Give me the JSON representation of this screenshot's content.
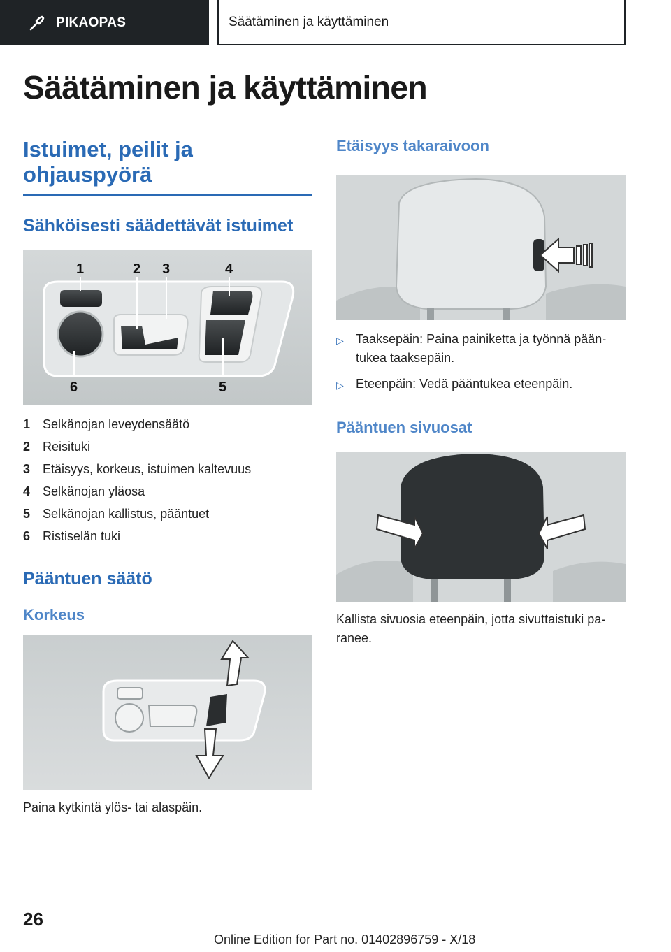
{
  "header": {
    "tab_label": "PIKAOPAS",
    "breadcrumb": "Säätäminen ja käyttäminen"
  },
  "page_title": "Säätäminen ja käyttäminen",
  "left": {
    "section_title_line1": "Istuimet, peilit ja",
    "section_title_line2": "ohjauspyörä",
    "electric_seats_title": "Sähköisesti säädettävät istuimet",
    "seat_callouts": [
      "1",
      "2",
      "3",
      "4",
      "5",
      "6"
    ],
    "seat_list": [
      {
        "num": "1",
        "text": "Selkänojan leveydensäätö"
      },
      {
        "num": "2",
        "text": "Reisituki"
      },
      {
        "num": "3",
        "text": "Etäisyys, korkeus, istuimen kaltevuus"
      },
      {
        "num": "4",
        "text": "Selkänojan yläosa"
      },
      {
        "num": "5",
        "text": "Selkänojan kallistus, pääntuet"
      },
      {
        "num": "6",
        "text": "Ristiselän tuki"
      }
    ],
    "headrest_title": "Pääntuen säätö",
    "height_title": "Korkeus",
    "height_caption": "Paina kytkintä ylös- tai alaspäin."
  },
  "right": {
    "distance_title": "Etäisyys takaraivoon",
    "distance_items": [
      "Taaksepäin: Paina painiketta ja työnnä pään-tukea taaksepäin.",
      "Eteenpäin: Vedä pääntukea eteenpäin."
    ],
    "side_title": "Pääntuen sivuosat",
    "side_caption": "Kallista sivuosia eteenpäin, jotta sivuttaistuki pa-ranee."
  },
  "footer": {
    "page_number": "26",
    "edition": "Online Edition for Part no. 01402896759 - X/18"
  },
  "colors": {
    "accent_blue": "#2a6ab5",
    "header_dark": "#1f2326"
  }
}
